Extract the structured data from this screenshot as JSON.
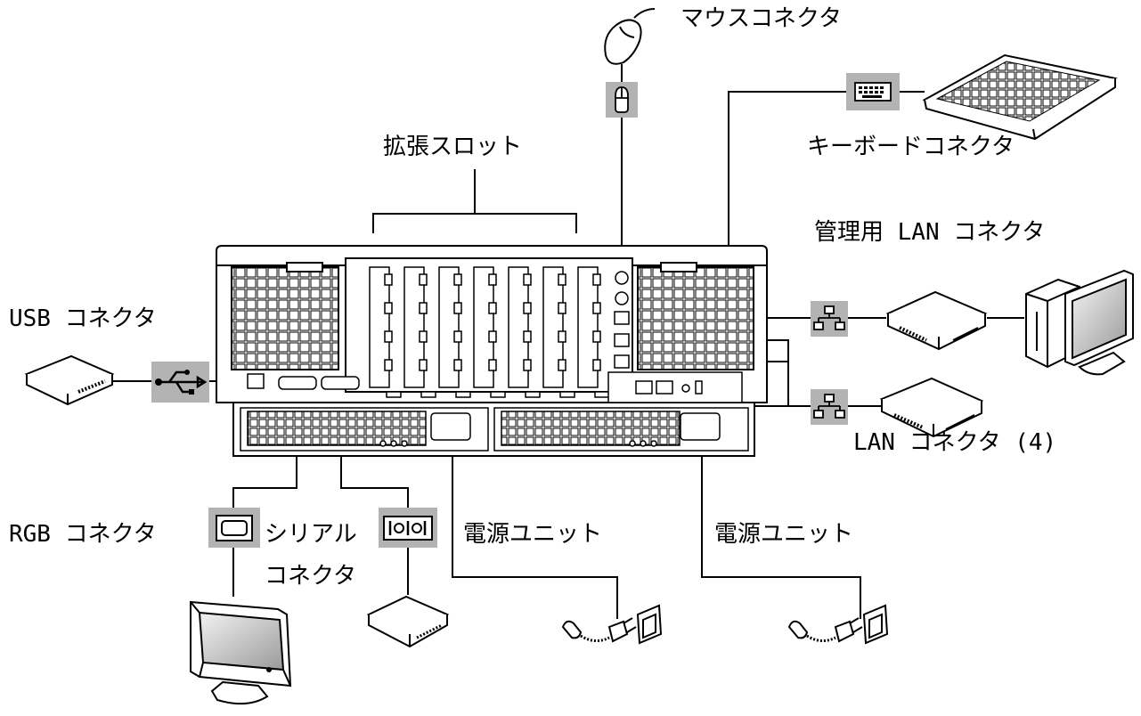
{
  "labels": {
    "mouse": "マウスコネクタ",
    "keyboard": "キーボードコネクタ",
    "expansion_slot": "拡張スロット",
    "mgmt_lan": "管理用 LAN コネクタ",
    "usb": "USB コネクタ",
    "lan": "LAN コネクタ (4)",
    "rgb": "RGB コネクタ",
    "serial_line1": "シリアル",
    "serial_line2": "コネクタ",
    "psu_left": "電源ユニット",
    "psu_right": "電源ユニット"
  },
  "icons": {
    "mouse_port": "mouse-port-icon",
    "keyboard_port": "keyboard-port-icon",
    "usb_port": "usb-icon",
    "network_port": "network-icon",
    "rgb_port": "monitor-port-icon",
    "serial_port": "serial-port-icon"
  },
  "colors": {
    "icon_box": "#b3b3b3",
    "line": "#000000",
    "chassis_fill": "#ffffff"
  }
}
